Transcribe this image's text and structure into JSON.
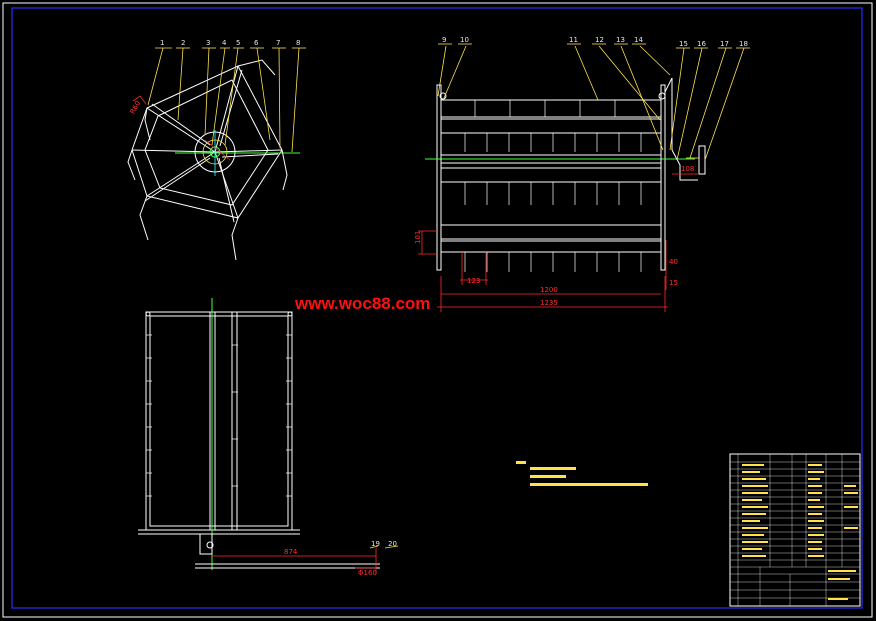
{
  "colors": {
    "background": "#000000",
    "frame": "#2b2bff",
    "outline": "#ffffff",
    "leader": "#ffe24a",
    "dimension": "#ff2a2a",
    "centerline": "#3cff3c",
    "watermark": "#ff1010"
  },
  "watermark": "www.woc88.com",
  "part_numbers": [
    "1",
    "2",
    "3",
    "4",
    "5",
    "6",
    "7",
    "8",
    "9",
    "10",
    "11",
    "12",
    "13",
    "14",
    "15",
    "16",
    "17",
    "18",
    "19",
    "20"
  ],
  "dimensions": {
    "width_1200": "1200",
    "width_1235": "1235",
    "pitch_123": "123",
    "d_101": "101",
    "d_108": "108",
    "d_40": "40",
    "d_15": "15",
    "side_height": "874",
    "shaft_dia": "Φ160"
  }
}
